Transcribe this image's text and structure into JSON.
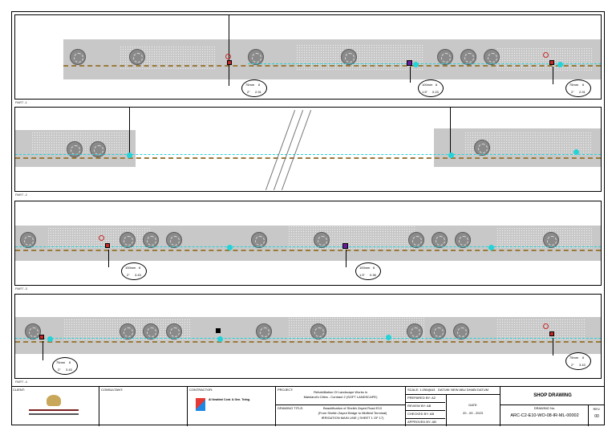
{
  "parts": [
    {
      "label": "PART -1",
      "callouts": [
        {
          "size": "75mm",
          "count": "6",
          "flow": "2\"",
          "value": "2.91"
        },
        {
          "size": "100mm",
          "count": "6",
          "flow": "1.5\"",
          "value": "0.23"
        },
        {
          "size": "75mm",
          "count": "6",
          "flow": "2\"",
          "value": "2.91"
        }
      ]
    },
    {
      "label": "PART -2",
      "callouts": []
    },
    {
      "label": "PART -3",
      "callouts": [
        {
          "size": "100mm",
          "count": "6",
          "flow": "2\"",
          "value": "3.43"
        },
        {
          "size": "100mm",
          "count": "6",
          "flow": "1.5\"",
          "value": "0.38"
        }
      ]
    },
    {
      "label": "PART -4",
      "callouts": [
        {
          "size": "75mm",
          "count": "6",
          "flow": "2\"",
          "value": "3.43"
        },
        {
          "size": "75mm",
          "count": "6",
          "flow": "2\"",
          "value": "3.43"
        }
      ]
    }
  ],
  "titleblock": {
    "client_label": "CLIENT:",
    "consultant_label": "CONSULTANT:",
    "contractor_label": "CONTRACTOR:",
    "contractor_name": "Al Ibrahimi Cont. & Gen. Trdng.",
    "project_label": "PROJECT:",
    "project_line1": "Rehabilitation Of Landscape Works in",
    "project_line2": "Mainland's Cities - Contract 2 (SOFT LANDSCAPE)",
    "drawing_title_label": "DRAWING TITLE:",
    "title_line1": "Beautification of Sheikh Zayed Road E10",
    "title_line2": "(From Sheikh Zayed Bridge to Midfield Terminal)",
    "title_line3": "IRRIGATION MAIN LINE ( SHEET 1 OF 17)",
    "scale": "SCALE: 1:250@A3",
    "datum": "DATUM: NEW ABU DHABI DATUM",
    "prepared_by": "PREPARED BY:  AZ",
    "review_by": "REVIEW BY:  AB",
    "checked_by": "CHECKED BY:  AB",
    "approved_by": "APPROVED BY:  AB",
    "date_label": "DATE",
    "date_value": "20 - 09 - 2023",
    "stage": "SHOP DRAWING",
    "drawing_no_label": "DRAWING No.",
    "drawing_no": "ARC-C2-E10-WO-08-IR-ML-00002",
    "rev_label": "REV.",
    "rev_value": "00"
  }
}
